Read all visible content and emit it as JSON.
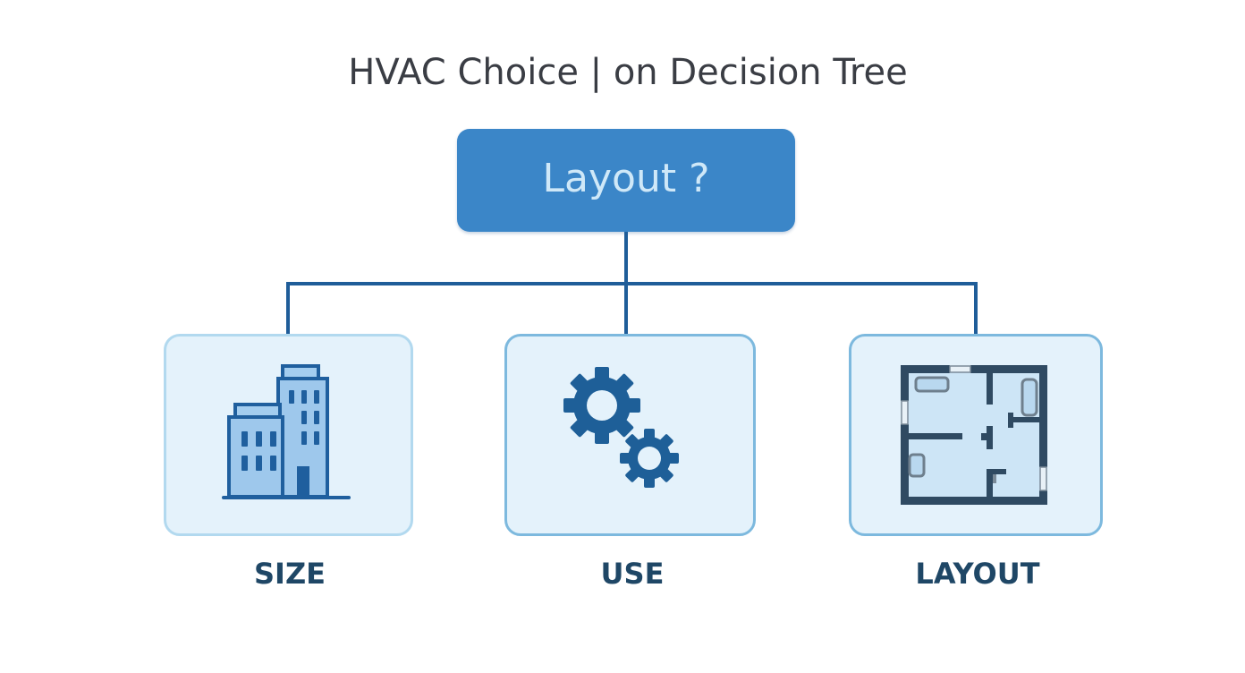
{
  "diagram": {
    "title": "HVAC Choice | on Decision Tree",
    "root": {
      "label": "Layout ?",
      "color": "#3b86c8"
    },
    "connector_color": "#1f5d99",
    "branches": [
      {
        "label": "SIZE",
        "icon": "building-icon"
      },
      {
        "label": "USE",
        "icon": "gears-icon"
      },
      {
        "label": "LAYOUT",
        "icon": "floor-plan-icon"
      }
    ]
  }
}
